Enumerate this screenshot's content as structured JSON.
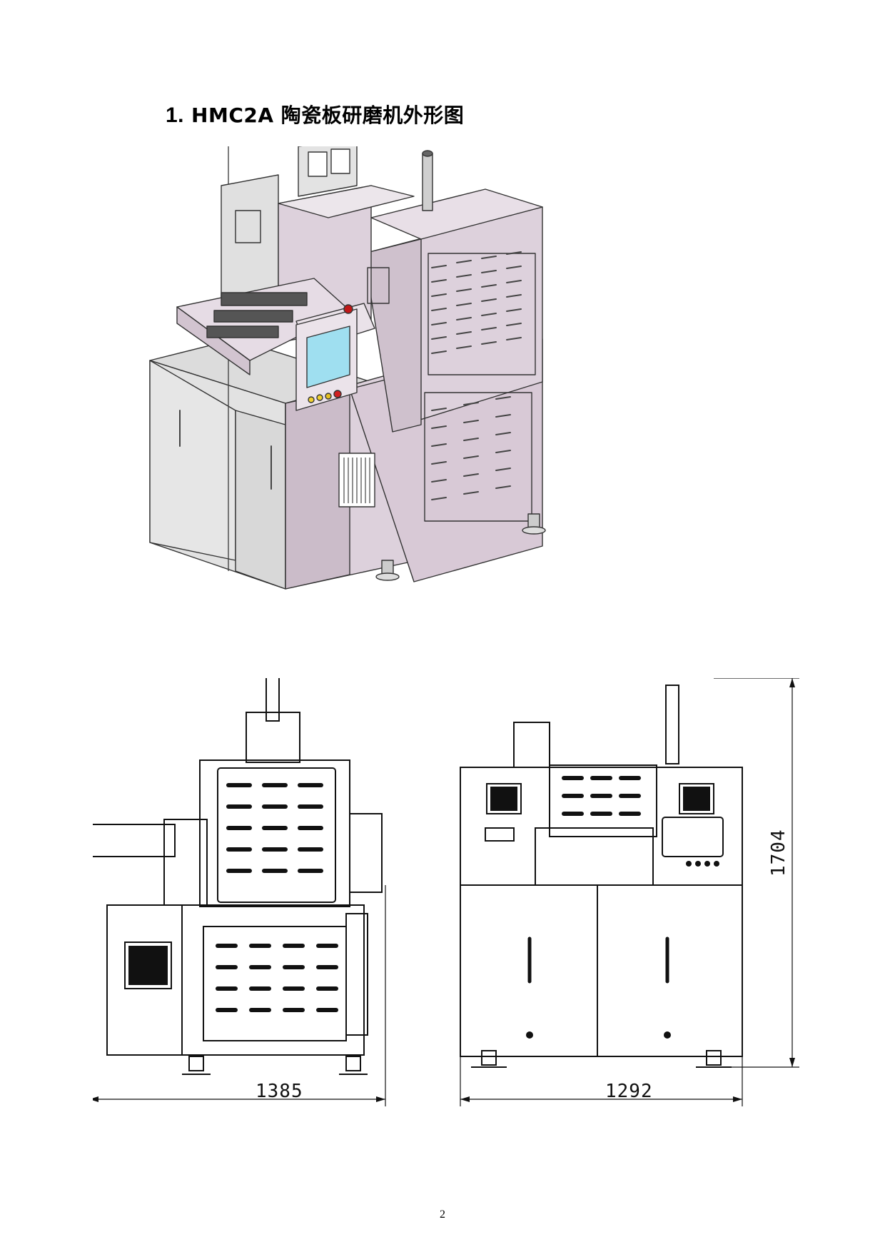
{
  "heading": {
    "number": "1.",
    "text": "HMC2A 陶瓷板研磨机外形图"
  },
  "dimensions": {
    "left_width": "1385",
    "right_width": "1292",
    "height": "1704"
  },
  "page_number": "2",
  "colors": {
    "body_pink": "#ddd1dc",
    "panel_gray": "#e4e4e4",
    "line": "#222222",
    "screen_blue": "#9fdff0"
  }
}
